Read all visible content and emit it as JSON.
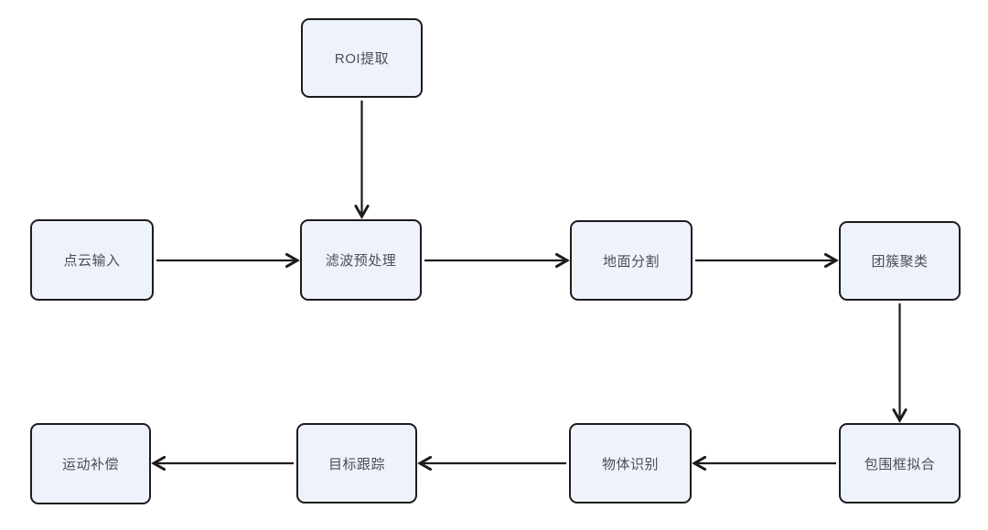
{
  "nodes": [
    {
      "id": "roi",
      "label": "ROI提取"
    },
    {
      "id": "input",
      "label": "点云输入"
    },
    {
      "id": "filter",
      "label": "滤波预处理"
    },
    {
      "id": "ground",
      "label": "地面分割"
    },
    {
      "id": "cluster",
      "label": "团簇聚类"
    },
    {
      "id": "bbox",
      "label": "包围框拟合"
    },
    {
      "id": "object",
      "label": "物体识别"
    },
    {
      "id": "tracking",
      "label": "目标跟踪"
    },
    {
      "id": "motion",
      "label": "运动补偿"
    }
  ],
  "edges": [
    {
      "from": "ROI提取",
      "to": "滤波预处理",
      "direction": "down"
    },
    {
      "from": "点云输入",
      "to": "滤波预处理",
      "direction": "right"
    },
    {
      "from": "滤波预处理",
      "to": "地面分割",
      "direction": "right"
    },
    {
      "from": "地面分割",
      "to": "团簇聚类",
      "direction": "right"
    },
    {
      "from": "团簇聚类",
      "to": "包围框拟合",
      "direction": "down"
    },
    {
      "from": "包围框拟合",
      "to": "物体识别",
      "direction": "left"
    },
    {
      "from": "物体识别",
      "to": "目标跟踪",
      "direction": "left"
    },
    {
      "from": "目标跟踪",
      "to": "运动补偿",
      "direction": "left"
    }
  ],
  "colors": {
    "background": "#ffffff",
    "node_fill": "#edf2fb",
    "node_border": "#1c1c1e",
    "arrow": "#1c1c1e",
    "text": "#4a4f57"
  }
}
